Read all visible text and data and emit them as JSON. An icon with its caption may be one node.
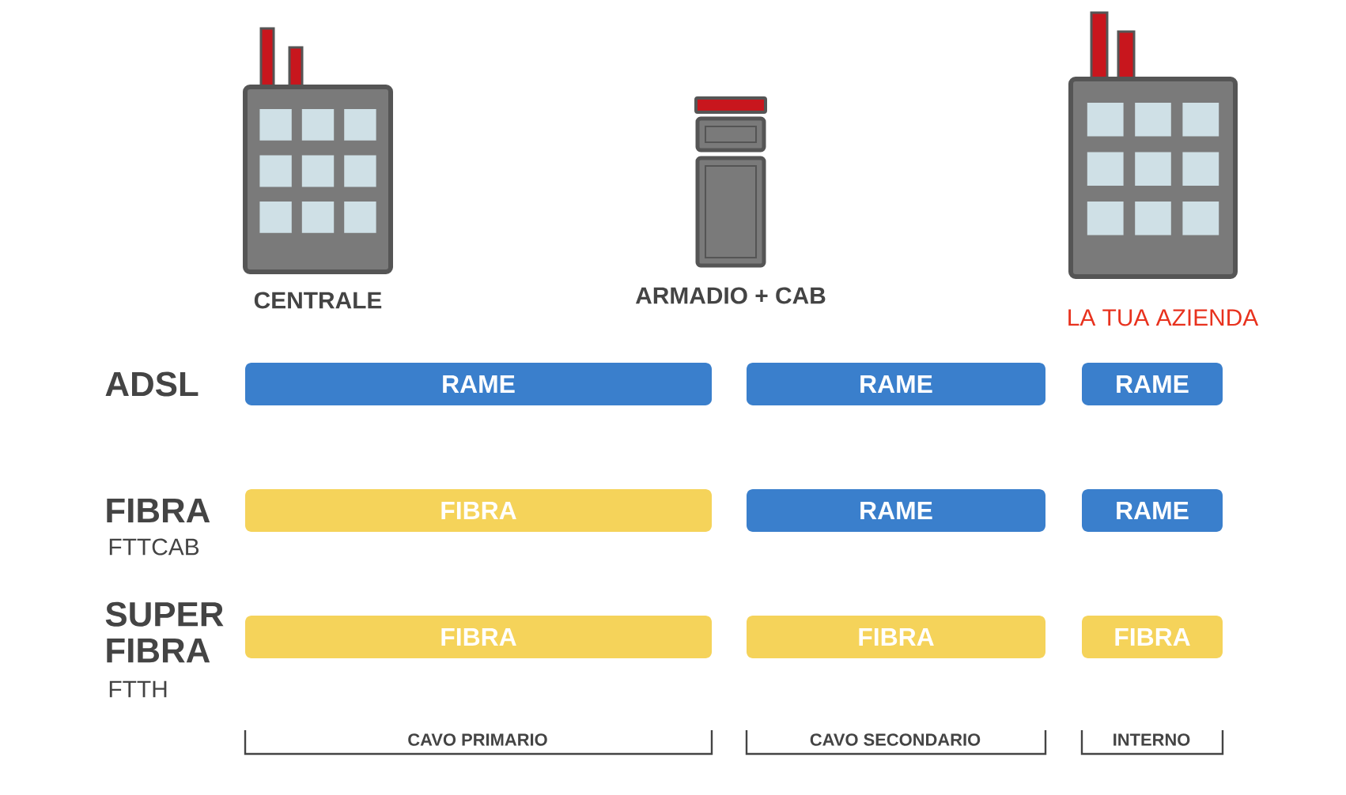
{
  "diagram": {
    "nodes": [
      {
        "text": [
          "RAME"
        ]
      },
      {
        "text": [
          "RAME"
        ]
      },
      {
        "text": [
          "RAME"
        ]
      },
      {
        "text": [
          "FIBRA"
        ]
      },
      {
        "text": [
          "RAME"
        ]
      },
      {
        "text": [
          "RAME"
        ]
      },
      {
        "text": [
          "FIBRA"
        ]
      },
      {
        "text": [
          "FIBRA"
        ]
      },
      {
        "text": [
          "FIBRA"
        ]
      }
    ],
    "labels": [
      "CENTRALE",
      "ARMADIO + CAB",
      "LA TUA AZIENDA",
      "ADSL",
      "FIBRA",
      "FTTCAB",
      "SUPER FIBRA",
      "FTTH",
      "CAVO PRIMARIO",
      "CAVO SECONDARIO",
      "INTERNO"
    ]
  }
}
